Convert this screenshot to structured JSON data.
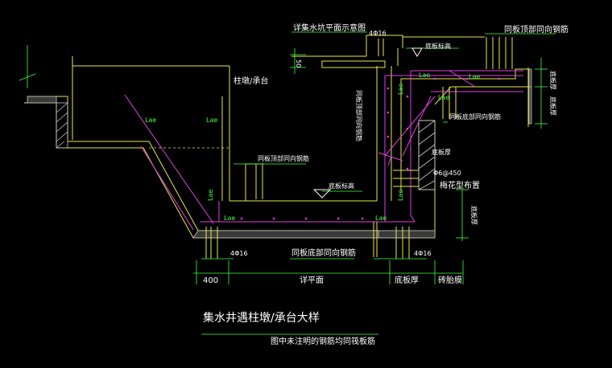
{
  "labels": {
    "sump_plan_note": "详集水坑平面示意图",
    "rebar_4d16_top": "4Φ16",
    "slab_bottom_elev_top": "底板标高",
    "top_rebar_right": "同板顶部同向钢筋",
    "slab_thickness_right_1": "底板厚",
    "slab_thickness_right_2": "底板厚",
    "column_pier": "柱墩/承台",
    "bottom_rebar_mid": "同板底部同向钢筋",
    "vertical_rebar_note": "同板顶部同向钢筋",
    "top_rebar_mid": "同板顶部同向钢筋",
    "slab_bottom_elev_mid": "底板标高",
    "slab_thickness_mid": "底板厚",
    "stirrup": "Φ6@450",
    "quincunx": "梅花型布置",
    "slab_thickness_left": "底板厚",
    "bottom_rebar_bottom": "同板底部同向钢筋",
    "rebar_4d16_bl": "4Φ16",
    "rebar_4d16_br": "4Φ16",
    "dim_400": "400",
    "dim_plan": "详平面",
    "dim_slab": "底板厚",
    "dim_brick": "砖胎膜",
    "laes": [
      "Lae",
      "Lae",
      "Lae",
      "Lae",
      "Lae",
      "Lae",
      "Lae",
      "Lae",
      "Lae",
      "Lae"
    ],
    "dim_small": "50"
  },
  "title": "集水井遇柱墩/承台大样",
  "subtitle": "图中未注明的钢筋均同筏板筋",
  "colors": {
    "concrete": "#e8e84a",
    "rebar": "#e040e0",
    "dim": "#40ff40",
    "text": "#ffffff",
    "hatch": "#c8c8c8"
  }
}
